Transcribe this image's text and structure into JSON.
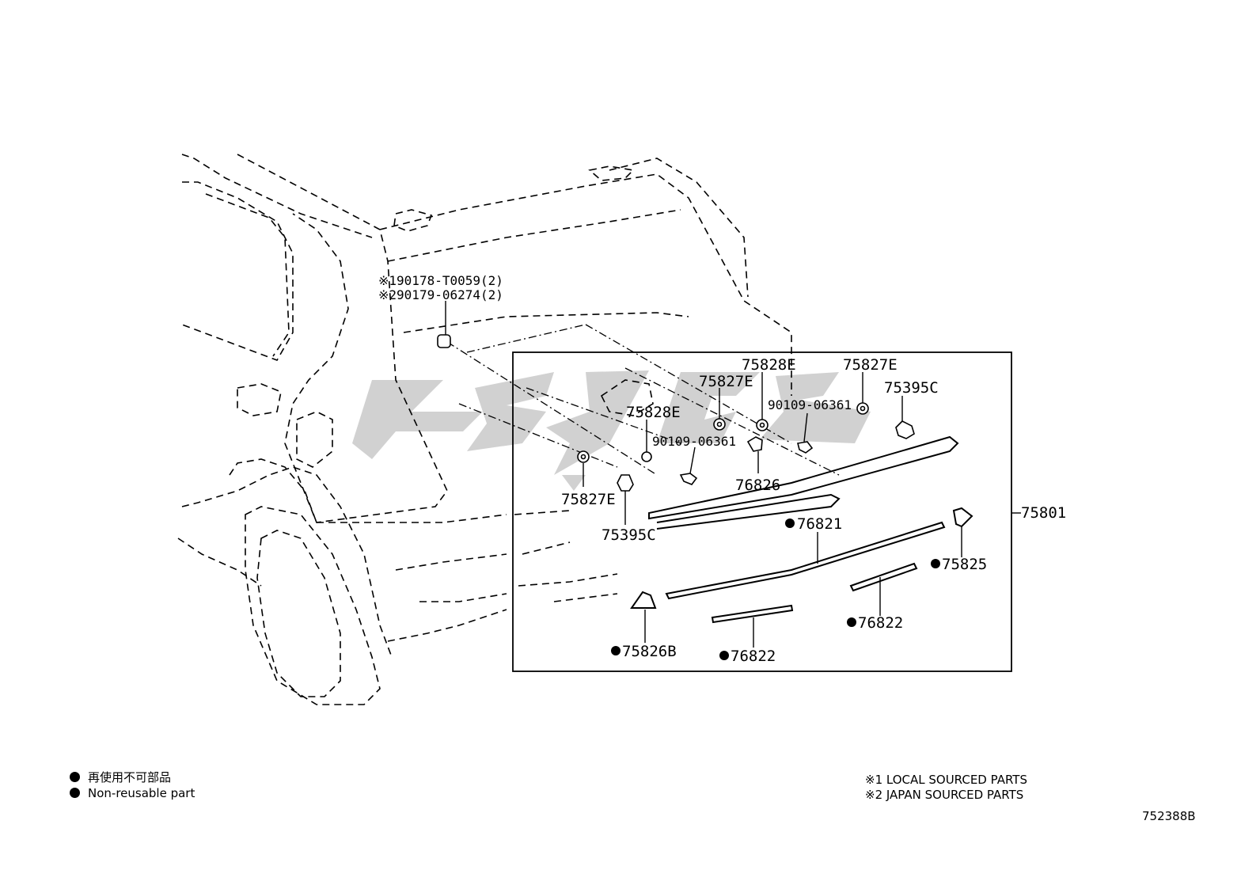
{
  "parts": {
    "clip_note_1": "※190178-T0059(2)",
    "clip_note_2": "※290179-06274(2)",
    "p75828E_a": "75828E",
    "p75827E_a": "75827E",
    "p75828E_b": "75828E",
    "p75827E_b": "75827E",
    "p75395C_a": "75395C",
    "p90109_a": "90109-06361",
    "p90109_b": "90109-06361",
    "p75827E_c": "75827E",
    "p76826": "76826",
    "p75395C_b": "75395C",
    "p75801": "75801",
    "p76821": "76821",
    "p75825": "75825",
    "p76822_a": "76822",
    "p75826B": "75826B",
    "p76822_b": "76822"
  },
  "legend": {
    "line1": "再使用不可部品",
    "line2": "Non-reusable part"
  },
  "notes": {
    "line1": "※1 LOCAL SOURCED PARTS",
    "line2": "※2 JAPAN SOURCED PARTS"
  },
  "diagram_code": "752388B",
  "colors": {
    "line": "#000000",
    "watermark": "#c9c9c9"
  }
}
